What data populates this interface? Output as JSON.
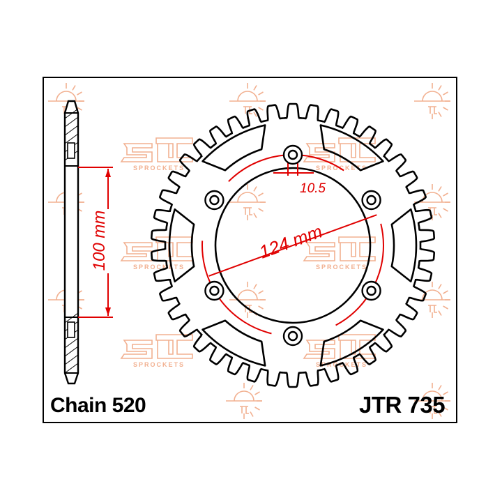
{
  "diagram": {
    "chain_label": "Chain 520",
    "part_number": "JTR 735",
    "dimension_pcd": "124 mm",
    "dimension_bolt_hole": "10.5",
    "dimension_center_bore": "100 mm",
    "watermark_text": "SPROCKETS",
    "teeth": 42,
    "bolt_holes": 6,
    "colors": {
      "outline": "#000000",
      "dimension": "#e00000",
      "watermark": "#f2b090"
    }
  }
}
